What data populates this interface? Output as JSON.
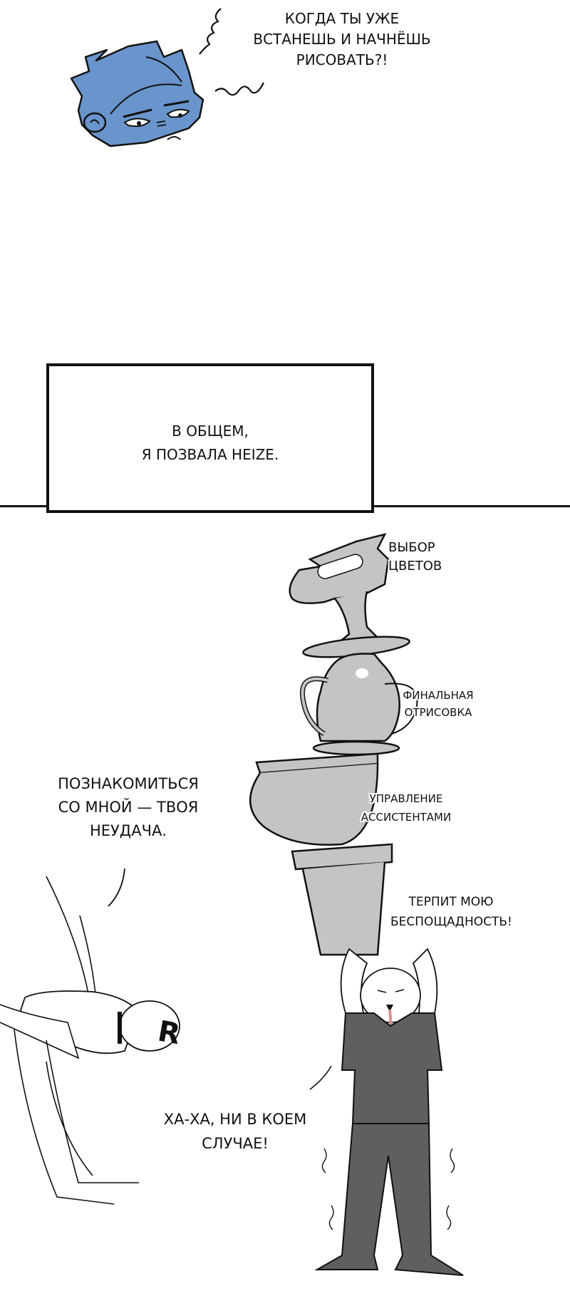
{
  "panels": [
    {
      "id": "panel-1",
      "speech": {
        "lines": [
          "КОГДА ТЫ УЖЕ",
          "ВСТАНЕШЬ И НАЧНЁШЬ",
          "РИСОВАТЬ?!"
        ]
      },
      "character": "blue-head-character",
      "colors": {
        "head": "#6a95cc",
        "outline": "#111111"
      }
    },
    {
      "id": "panel-2",
      "caption": {
        "lines": [
          "В ОБЩЕМ,",
          "Я ПОЗВАЛА HEIZE."
        ]
      }
    },
    {
      "id": "panel-3",
      "stack_labels": [
        {
          "lines": [
            "ВЫБОР",
            "ЦВЕТОВ"
          ]
        },
        {
          "lines": [
            "ФИНАЛЬНАЯ",
            "ОТРИСОВКА"
          ]
        },
        {
          "lines": [
            "УПРАВЛЕНИЕ",
            "АССИСТЕНТАМИ"
          ]
        },
        {
          "lines": [
            "ТЕРПИТ МОЮ",
            "БЕСПОЩАДНОСТЬ!"
          ]
        }
      ],
      "speech_left": {
        "lines": [
          "ПОЗНАКОМИТЬСЯ",
          "СО МНОЙ — ТВОЯ",
          "НЕУДАЧА."
        ]
      },
      "speech_bottom": {
        "lines": [
          "ХА-ХА, НИ В КОЕМ",
          "СЛУЧАЕ!"
        ]
      },
      "bowing_character_letter": "R",
      "colors": {
        "vessel": "#c4c4c4",
        "suit": "#5f5f5f",
        "outline": "#111111"
      }
    }
  ]
}
